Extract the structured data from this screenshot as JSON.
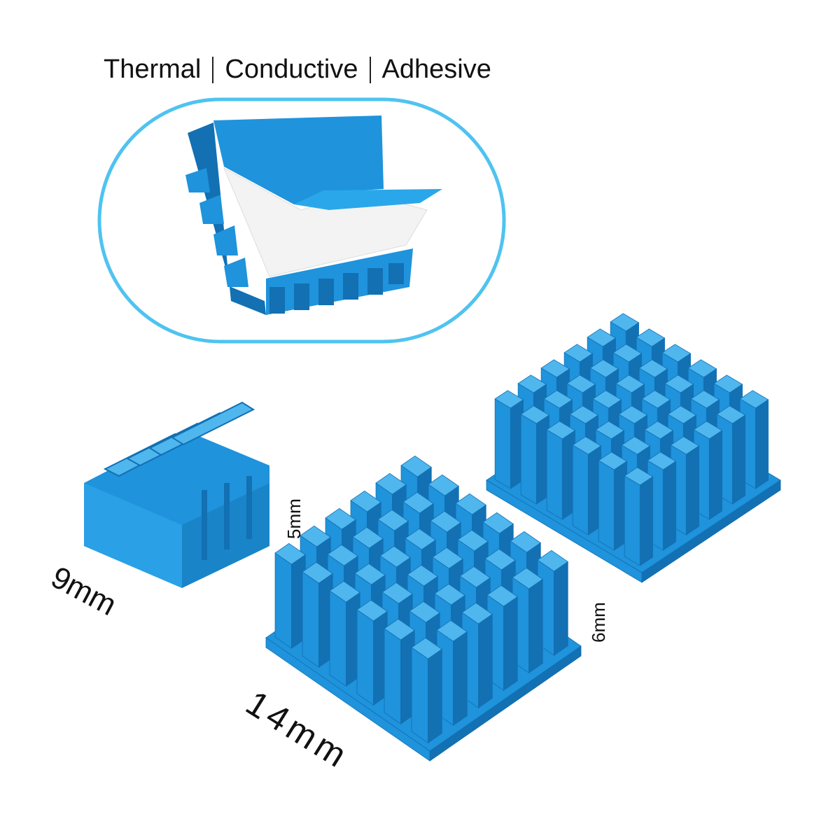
{
  "headline": {
    "words": [
      "Thermal",
      "Conductive",
      "Adhesive"
    ]
  },
  "dimensions": {
    "small_height": "5mm",
    "small_width": "9mm",
    "large_width": "14mm",
    "large_height": "6mm"
  },
  "colors": {
    "heatsink": "#1f93dc",
    "heatsink_dark": "#1270b3",
    "heatsink_light": "#4fb6ee",
    "outline": "#4fc3f0",
    "pad": "#f3f3f3"
  }
}
